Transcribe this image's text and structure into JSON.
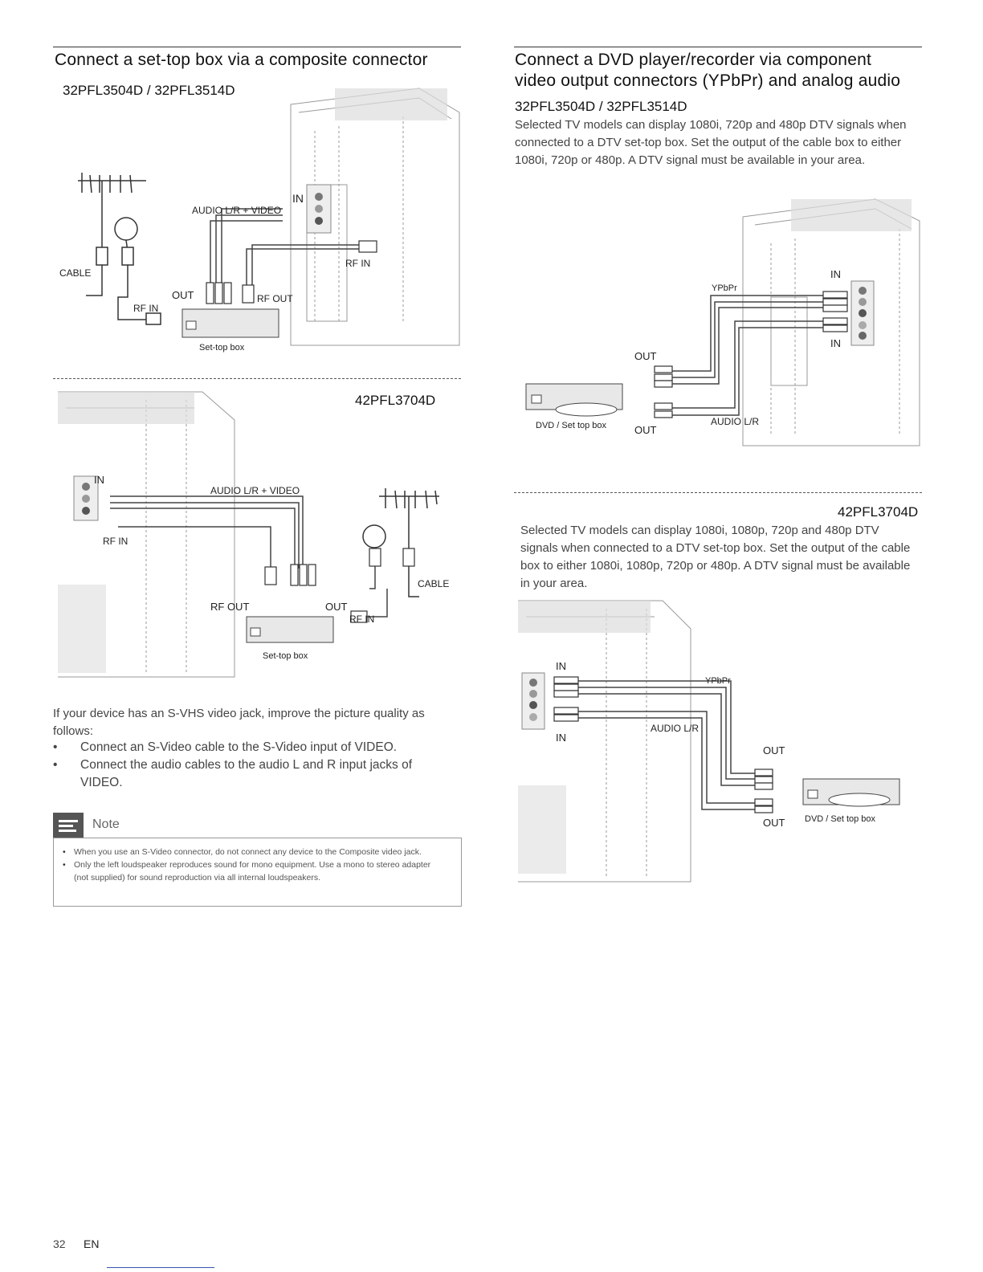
{
  "left": {
    "heading": "Connect a set-top box via a composite connector",
    "diagram1": {
      "model": "32PFL3504D / 32PFL3514D",
      "labels": {
        "in": "IN",
        "audio_video": "AUDIO L/R + VIDEO",
        "cable": "CABLE",
        "out": "OUT",
        "rf_in_tv": "RF IN",
        "rf_out": "RF OUT",
        "rf_in_box": "RF IN",
        "settop": "Set-top box"
      }
    },
    "diagram2": {
      "model": "42PFL3704D",
      "labels": {
        "in": "IN",
        "audio_video": "AUDIO L/R + VIDEO",
        "rf_in_tv": "RF IN",
        "rf_out": "RF OUT",
        "out": "OUT",
        "cable": "CABLE",
        "rf_in_box": "RF IN",
        "settop": "Set-top box"
      }
    },
    "svhs_intro": "If your device has an S-VHS video jack, improve the picture quality as follows:",
    "svhs_steps": [
      "Connect an S-Video cable to the S-Video input of VIDEO.",
      "Connect the audio cables to the audio L and R input jacks of VIDEO."
    ],
    "note": {
      "title": "Note",
      "items": [
        "When you use an S-Video connector, do not connect any device to the Composite video jack.",
        "Only the left loudspeaker reproduces sound for mono equipment. Use a mono to stereo adapter (not supplied) for sound reproduction via all internal loudspeakers."
      ]
    }
  },
  "right": {
    "heading": "Connect a DVD player/recorder via component video output connectors (YPbPr) and analog audio",
    "section1": {
      "model": "32PFL3504D / 32PFL3514D",
      "text": "Selected TV models can display 1080i, 720p and 480p DTV signals when connected to a DTV set-top box. Set the output of the cable box to either 1080i, 720p or 480p. A DTV signal must be available in your area.",
      "labels": {
        "ypbpr": "YPbPr",
        "in_top": "IN",
        "in_bottom": "IN",
        "out_top": "OUT",
        "audio": "AUDIO L/R",
        "out_bottom": "OUT",
        "dvd": "DVD / Set top box"
      }
    },
    "section2": {
      "model": "42PFL3704D",
      "text": "Selected TV models can display 1080i, 1080p, 720p and 480p DTV signals when connected to a DTV set-top box. Set the output of the cable box to either 1080i, 1080p, 720p or 480p. A DTV signal must be available in your area.",
      "labels": {
        "in_top": "IN",
        "ypbpr": "YPbPr",
        "audio": "AUDIO L/R",
        "in_bottom": "IN",
        "out_top": "OUT",
        "out_bottom": "OUT",
        "dvd": "DVD / Set top box"
      }
    }
  },
  "footer": {
    "page_number": "32",
    "language": "EN"
  }
}
